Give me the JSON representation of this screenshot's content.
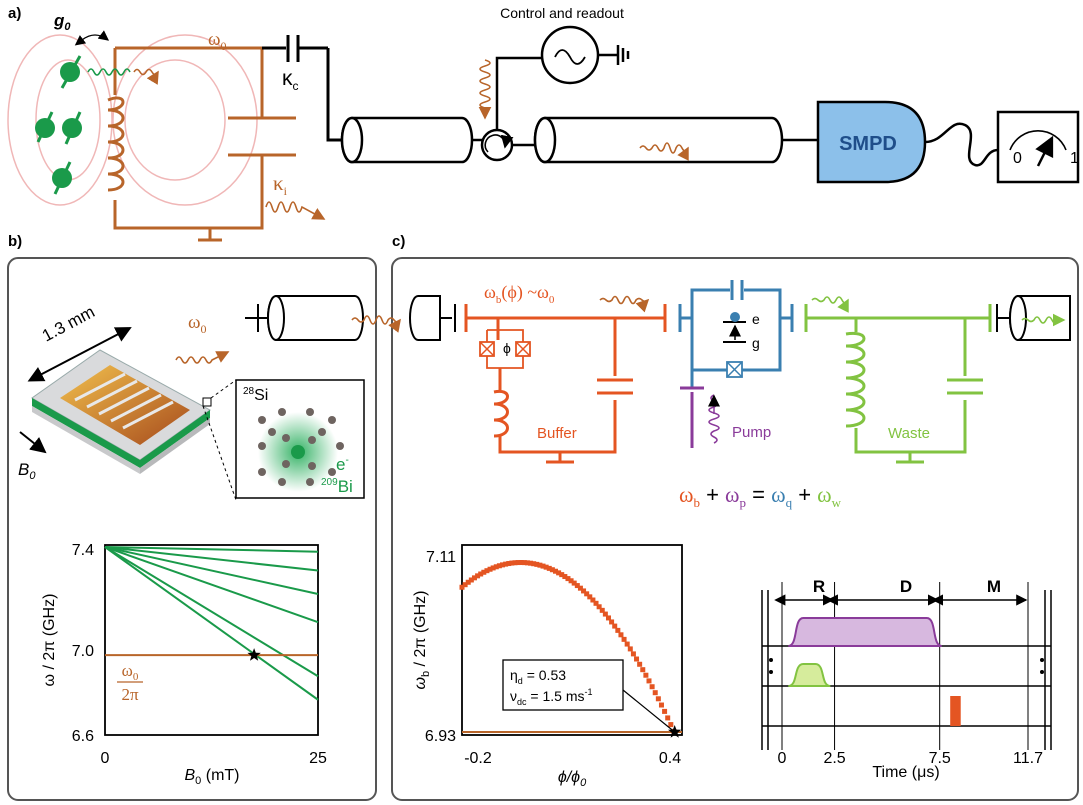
{
  "panel_a": {
    "label": "a)",
    "coupling": "g",
    "coupling_sub": "0",
    "resonator_freq": "ω",
    "resonator_freq_sub": "0",
    "kappa_c": "κ",
    "kappa_c_sub": "c",
    "kappa_i": "κ",
    "kappa_i_sub": "i",
    "control_label": "Control and readout",
    "detector_label": "SMPD",
    "meter_min": "0",
    "meter_max": "1"
  },
  "panel_b": {
    "label": "b)",
    "length_label": "1.3 mm",
    "field_label": "B",
    "field_sub": "0",
    "omega_label": "ω",
    "omega_sub": "0",
    "isotope_si_sup": "28",
    "isotope_si": "Si",
    "isotope_bi_sup": "209",
    "isotope_bi": "Bi",
    "electron": "e",
    "electron_sup": "-",
    "chart": {
      "ylabel": "ω / 2π (GHz)",
      "xlabel_var": "B",
      "xlabel_sub": "0",
      "xlabel_unit": " (mT)",
      "yticks": [
        "7.4",
        "7.0",
        "6.6"
      ],
      "xticks": [
        "0",
        "25"
      ],
      "res_label_num": "ω",
      "res_label_num_sub": "0",
      "res_label_den": "2π"
    }
  },
  "panel_c": {
    "label": "c)",
    "buffer_freq": "ω",
    "buffer_freq_sub": "b",
    "buffer_freq_rest": "(ϕ) ~ω",
    "buffer_freq_rest_sub": "0",
    "phi_label": "ϕ",
    "buffer_label": "Buffer",
    "pump_label": "Pump",
    "waste_label": "Waste",
    "e_label": "e",
    "g_label": "g",
    "equation": {
      "b": "ω",
      "b_sub": "b",
      "plus1": " + ",
      "p": "ω",
      "p_sub": "p",
      "eq": " = ",
      "q": "ω",
      "q_sub": "q",
      "plus2": " + ",
      "w": "ω",
      "w_sub": "w"
    },
    "chart": {
      "ylabel_var": "ω",
      "ylabel_sub": "b",
      "ylabel_rest": " / 2π (GHz)",
      "yticks": [
        "7.11",
        "6.93"
      ],
      "xticks": [
        "-0.2",
        "0.4"
      ],
      "xlabel": "ϕ/ϕ",
      "xlabel_sub": "0",
      "annot1_var": "η",
      "annot1_sub": "d",
      "annot1_val": " = 0.53",
      "annot2_var": "ν",
      "annot2_sub": "dc",
      "annot2_val": " = 1.5 ms",
      "annot2_sup": "-1"
    },
    "timing": {
      "phases": [
        "R",
        "D",
        "M"
      ],
      "xticks": [
        "0",
        "2.5",
        "7.5",
        "11.7"
      ],
      "xlabel": "Time (μs)"
    }
  },
  "chart_data": [
    {
      "type": "line",
      "xlim": [
        0,
        25
      ],
      "ylim": [
        6.6,
        7.4
      ],
      "x": [
        0,
        25
      ],
      "series": [
        {
          "values": [
            7.4,
            7.38
          ]
        },
        {
          "values": [
            7.4,
            7.3
          ]
        },
        {
          "values": [
            7.4,
            7.2
          ]
        },
        {
          "values": [
            7.4,
            7.08
          ]
        },
        {
          "values": [
            7.4,
            6.85
          ]
        },
        {
          "values": [
            7.4,
            6.75
          ]
        },
        {
          "values": [
            6.94,
            6.94
          ]
        }
      ],
      "marker": {
        "x": 17.5,
        "y": 6.94
      }
    },
    {
      "type": "scatter",
      "xlim": [
        -0.2,
        0.4
      ],
      "ylim": [
        6.93,
        7.11
      ],
      "vertex": {
        "x": -0.04,
        "y": 7.095
      },
      "end": {
        "x": 0.38,
        "y": 6.93
      },
      "marker": {
        "x": 0.38,
        "y": 6.93
      }
    },
    {
      "type": "bar",
      "xlim": [
        0,
        11.7
      ],
      "pulses": [
        {
          "channel": "pump",
          "start": 0.3,
          "end": 7.6
        },
        {
          "channel": "buffer",
          "start": 0.3,
          "end": 2.3
        },
        {
          "channel": "readout",
          "start": 8.0,
          "end": 8.5
        }
      ]
    }
  ]
}
